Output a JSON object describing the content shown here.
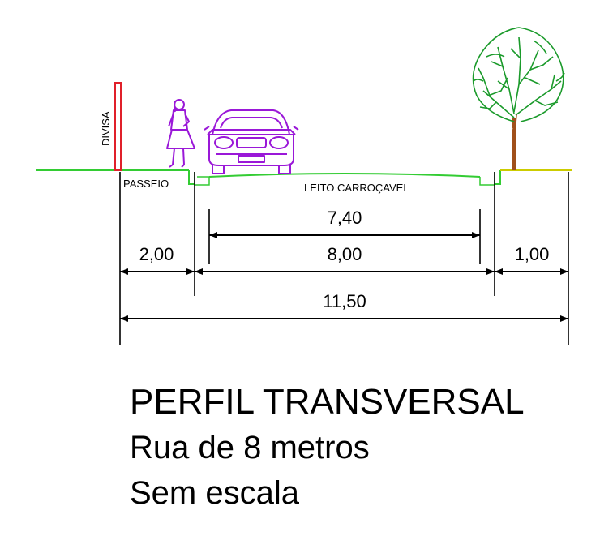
{
  "labels": {
    "divisa": "DIVISA",
    "passeio": "PASSEIO",
    "leito": "LEITO CARROÇAVEL"
  },
  "dimensions": {
    "road_inner": "7,40",
    "road": "8,00",
    "sidewalk_left": "2,00",
    "sidewalk_right": "1,00",
    "total": "11,50"
  },
  "title": {
    "line1": "PERFIL TRANSVERSAL",
    "line2": "Rua de 8 metros",
    "line3": "Sem escala"
  },
  "colors": {
    "ground": "#33cc33",
    "ground_right": "#cccc00",
    "property_marker": "#e0202a",
    "person_car": "#9a18d8",
    "tree_canopy": "#1a9a2a",
    "tree_trunk": "#a0501a",
    "dimension": "#000000"
  }
}
